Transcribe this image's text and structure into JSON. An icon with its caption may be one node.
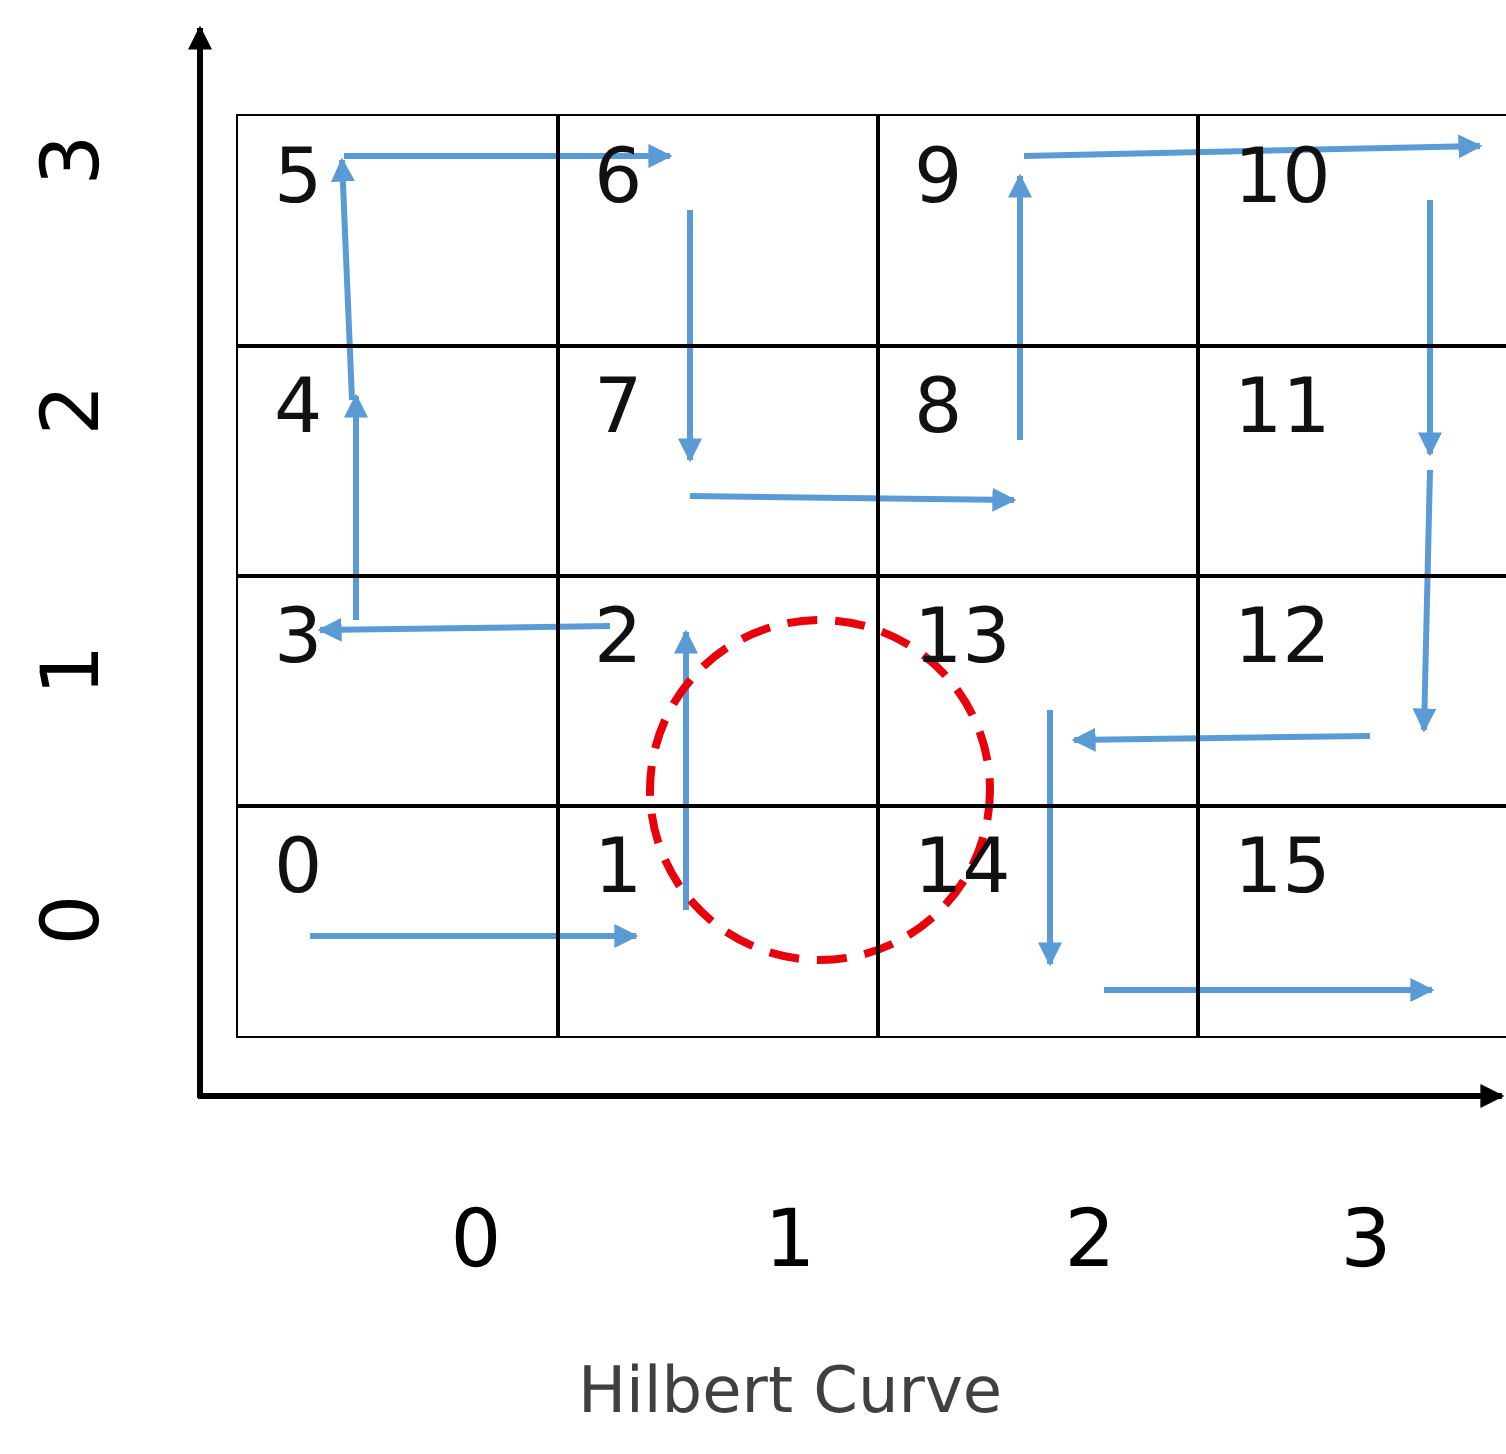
{
  "diagram": {
    "caption": "Hilbert Curve",
    "nodes": [
      {
        "text": [
          "5"
        ]
      },
      {
        "text": [
          "6"
        ]
      },
      {
        "text": [
          "9"
        ]
      },
      {
        "text": [
          "10"
        ]
      },
      {
        "text": [
          "4"
        ]
      },
      {
        "text": [
          "7"
        ]
      },
      {
        "text": [
          "8"
        ]
      },
      {
        "text": [
          "11"
        ]
      },
      {
        "text": [
          "3"
        ]
      },
      {
        "text": [
          "2"
        ]
      },
      {
        "text": [
          "13"
        ]
      },
      {
        "text": [
          "12"
        ]
      },
      {
        "text": [
          "0"
        ]
      },
      {
        "text": [
          "1"
        ]
      },
      {
        "text": [
          "14"
        ]
      },
      {
        "text": [
          "15"
        ]
      }
    ],
    "edges": [
      {
        "from": 12,
        "to": 13,
        "arrow": "to"
      },
      {
        "from": 13,
        "to": 9,
        "arrow": "to"
      },
      {
        "from": 9,
        "to": 8,
        "arrow": "to"
      },
      {
        "from": 8,
        "to": 4,
        "arrow": "to"
      },
      {
        "from": 4,
        "to": 0,
        "arrow": "to"
      },
      {
        "from": 0,
        "to": 1,
        "arrow": "to"
      },
      {
        "from": 1,
        "to": 5,
        "arrow": "to"
      },
      {
        "from": 5,
        "to": 6,
        "arrow": "to"
      },
      {
        "from": 6,
        "to": 2,
        "arrow": "to"
      },
      {
        "from": 2,
        "to": 3,
        "arrow": "to"
      },
      {
        "from": 3,
        "to": 7,
        "arrow": "to"
      },
      {
        "from": 7,
        "to": 11,
        "arrow": "to"
      },
      {
        "from": 11,
        "to": 10,
        "arrow": "to"
      },
      {
        "from": 10,
        "to": 14,
        "arrow": "to"
      },
      {
        "from": 14,
        "to": 15,
        "arrow": "to"
      }
    ],
    "labels": [
      "3",
      "2",
      "1",
      "0",
      "0",
      "1",
      "2",
      "3"
    ]
  }
}
